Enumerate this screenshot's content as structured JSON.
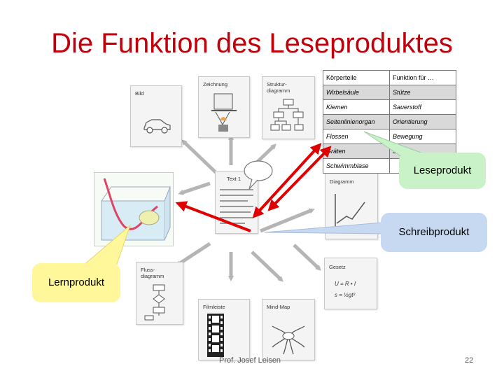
{
  "title": "Die Funktion des Leseproduktes",
  "cards": {
    "bild": "Bild",
    "zeichnung": "Zeichnung",
    "strukturdiagramm_line1": "Struktur-",
    "strukturdiagramm_line2": "diagramm",
    "text1": "Text 1",
    "diagramm": "Diagramm",
    "flussdiagramm_line1": "Fluss-",
    "flussdiagramm_line2": "diagramm",
    "gesetz": "Gesetz",
    "formula1": "U = R • I",
    "formula2": "s = ½gt²",
    "filmleiste": "Filmleiste",
    "mindmap": "Mind-Map"
  },
  "table": {
    "header": [
      "Körperteile",
      "Funktion für …"
    ],
    "rows": [
      [
        "Wirbelsäule",
        "Stütze"
      ],
      [
        "Kiemen",
        "Sauerstoff"
      ],
      [
        "Seitenlinienorgan",
        "Orientierung"
      ],
      [
        "Flossen",
        "Bewegung"
      ],
      [
        "Gräten",
        "St…"
      ],
      [
        "Schwimmblase",
        ""
      ]
    ]
  },
  "callouts": {
    "leseprodukt": "Leseprodukt",
    "schreibprodukt": "Schreibprodukt",
    "lernprodukt": "Lernprodukt"
  },
  "colors": {
    "title": "#c0000a",
    "arrow_red": "#e00000",
    "leseprodukt_fill": "#c9f2c9",
    "schreibprodukt_fill": "#c6d9f1",
    "lernprodukt_fill": "#fff799"
  },
  "footer": {
    "author": "Prof. Josef Leisen",
    "page": "22"
  }
}
